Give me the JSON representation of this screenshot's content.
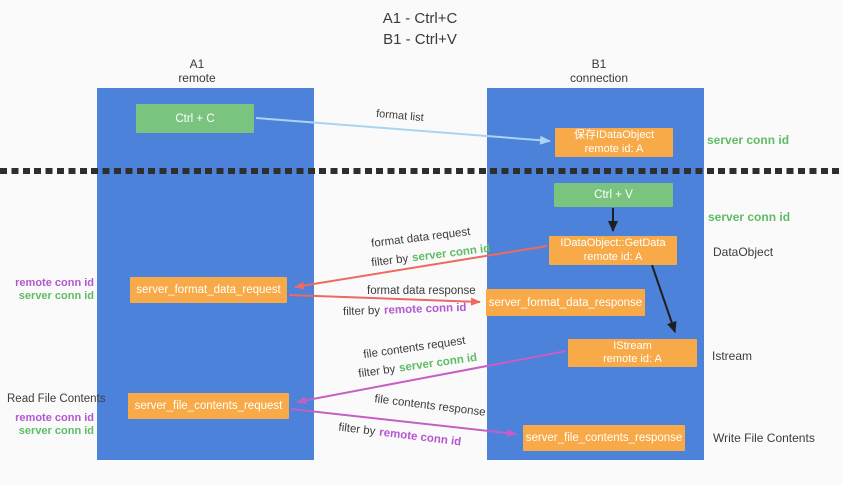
{
  "title": {
    "line1": "A1 - Ctrl+C",
    "line2": "B1 - Ctrl+V"
  },
  "columns": {
    "a": {
      "name": "A1",
      "subtitle": "remote"
    },
    "b": {
      "name": "B1",
      "subtitle": "connection"
    }
  },
  "nodes": {
    "ctrl_c": {
      "label": "Ctrl + C"
    },
    "ctrl_v": {
      "label": "Ctrl + V"
    },
    "save_idataobject": {
      "line1": "保存IDataObject",
      "line2": "remote id: A"
    },
    "getdata": {
      "line1": "IDataObject::GetData",
      "line2": "remote id: A"
    },
    "istream_box": {
      "line1": "IStream",
      "line2": "remote id: A"
    },
    "format_request": {
      "label": "server_format_data_request"
    },
    "format_response": {
      "label": "server_format_data_response"
    },
    "file_request": {
      "label": "server_file_contents_request"
    },
    "file_response": {
      "label": "server_file_contents_response"
    }
  },
  "labels": {
    "filter_by": "filter by",
    "server_conn_id": "server conn id",
    "remote_conn_id": "remote conn id",
    "format_list": "format list",
    "format_data_request": "format data request",
    "format_data_response": "format data response",
    "file_contents_request": "file contents request",
    "file_contents_response": "file contents response",
    "dataobject": "DataObject",
    "istream": "Istream",
    "read_file_contents": "Read File Contents",
    "write_file_contents": "Write File Contents"
  },
  "colors": {
    "column_blue": "#4c82d9",
    "box_green": "#7bc47f",
    "box_orange": "#f7aa47",
    "text_green": "#5fbc66",
    "text_purple": "#b457d0",
    "arrow_red": "#ec6a60",
    "arrow_magenta": "#c45fc6",
    "arrow_lightblue": "#a9d5f3",
    "arrow_black": "#1f1f1f"
  }
}
